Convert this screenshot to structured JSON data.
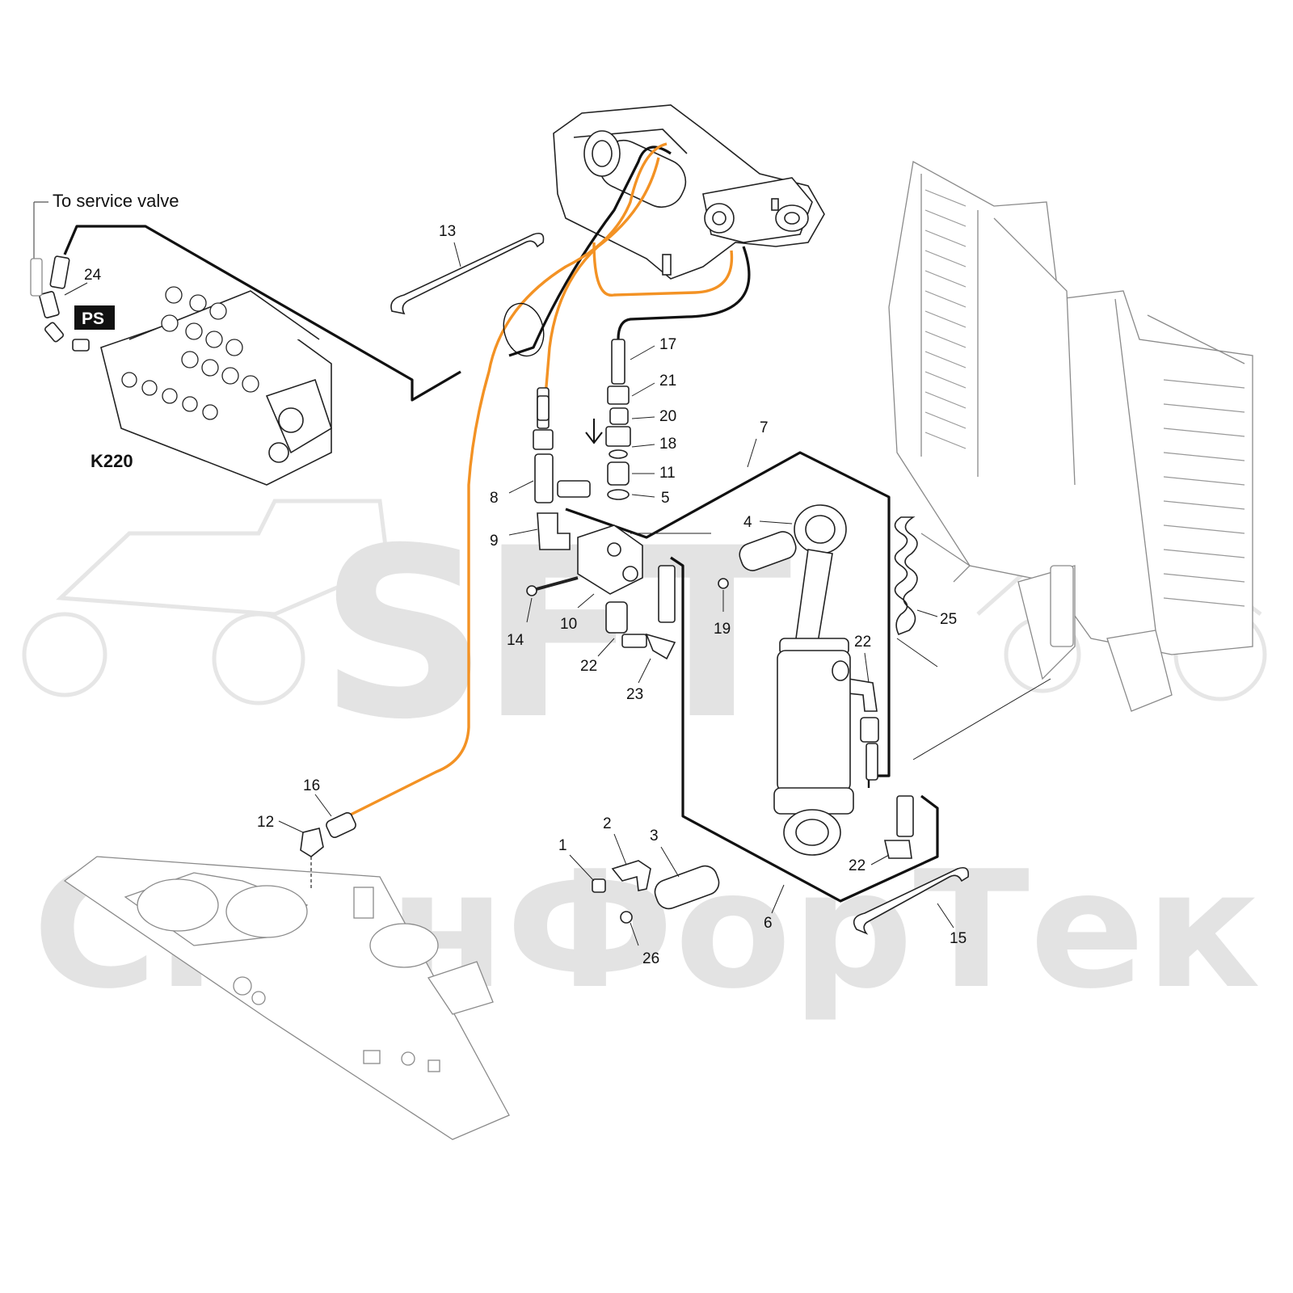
{
  "watermark": {
    "logo_text": "SFT",
    "company_text": "СканФорТек"
  },
  "notes": {
    "to_service_valve": "To service valve",
    "valve_block_label": "K220",
    "ps_badge": "PS"
  },
  "callouts": [
    {
      "id": "c13",
      "label": "13"
    },
    {
      "id": "c24",
      "label": "24"
    },
    {
      "id": "c17",
      "label": "17"
    },
    {
      "id": "c21",
      "label": "21"
    },
    {
      "id": "c20",
      "label": "20"
    },
    {
      "id": "c18",
      "label": "18"
    },
    {
      "id": "c11",
      "label": "11"
    },
    {
      "id": "c5",
      "label": "5"
    },
    {
      "id": "c7",
      "label": "7"
    },
    {
      "id": "c8",
      "label": "8"
    },
    {
      "id": "c9",
      "label": "9"
    },
    {
      "id": "c4",
      "label": "4"
    },
    {
      "id": "c10",
      "label": "10"
    },
    {
      "id": "c14",
      "label": "14"
    },
    {
      "id": "c19",
      "label": "19"
    },
    {
      "id": "c22a",
      "label": "22"
    },
    {
      "id": "c23",
      "label": "23"
    },
    {
      "id": "c22b",
      "label": "22"
    },
    {
      "id": "c25",
      "label": "25"
    },
    {
      "id": "c16",
      "label": "16"
    },
    {
      "id": "c12",
      "label": "12"
    },
    {
      "id": "c2",
      "label": "2"
    },
    {
      "id": "c3",
      "label": "3"
    },
    {
      "id": "c1",
      "label": "1"
    },
    {
      "id": "c22c",
      "label": "22"
    },
    {
      "id": "c6",
      "label": "6"
    },
    {
      "id": "c15",
      "label": "15"
    },
    {
      "id": "c26",
      "label": "26"
    }
  ],
  "colors": {
    "hose_pressure": "#f39224",
    "hose_return": "#111111",
    "watermark": "#e3e3e3"
  }
}
